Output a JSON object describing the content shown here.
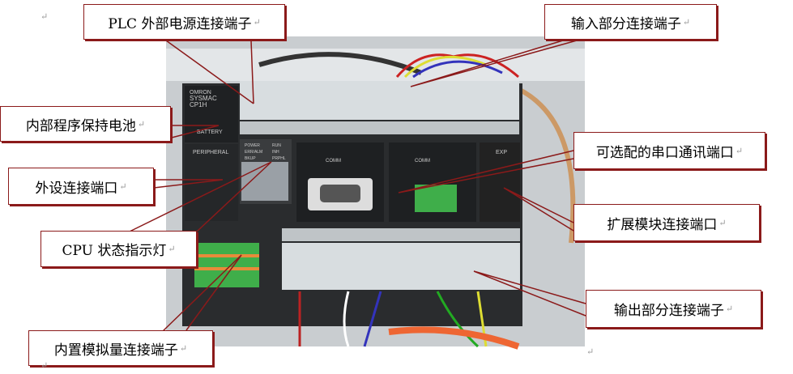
{
  "device_text": {
    "brand": "OMRON",
    "series": "SYSMAC",
    "model": "CP1H",
    "battery": "BATTERY",
    "peripheral": "PERIPHERAL",
    "comm1": "COMM",
    "comm2": "COMM",
    "exp": "EXP",
    "leds": [
      "POWER",
      "RUN",
      "ERR/ALM",
      "INH",
      "BKUP",
      "PRPHL"
    ]
  },
  "callouts": [
    {
      "id": "power-terminal",
      "label": "PLC 外部电源连接端子"
    },
    {
      "id": "input-terminal",
      "label": "输入部分连接端子"
    },
    {
      "id": "battery",
      "label": "内部程序保持电池"
    },
    {
      "id": "serial-port",
      "label": "可选配的串口通讯端口"
    },
    {
      "id": "peripheral-port",
      "label": "外设连接端口"
    },
    {
      "id": "expansion-port",
      "label": "扩展模块连接端口"
    },
    {
      "id": "cpu-status-led",
      "label": "CPU 状态指示灯"
    },
    {
      "id": "output-terminal",
      "label": "输出部分连接端子"
    },
    {
      "id": "analog-terminal",
      "label": "内置模拟量连接端子"
    }
  ],
  "paragraph_mark": "↵",
  "colors": {
    "callout_border": "#8b1a1a",
    "device_body": "#2a2c2e",
    "terminal_cover": "#d8dde0",
    "connector_green": "#3fae4a"
  }
}
